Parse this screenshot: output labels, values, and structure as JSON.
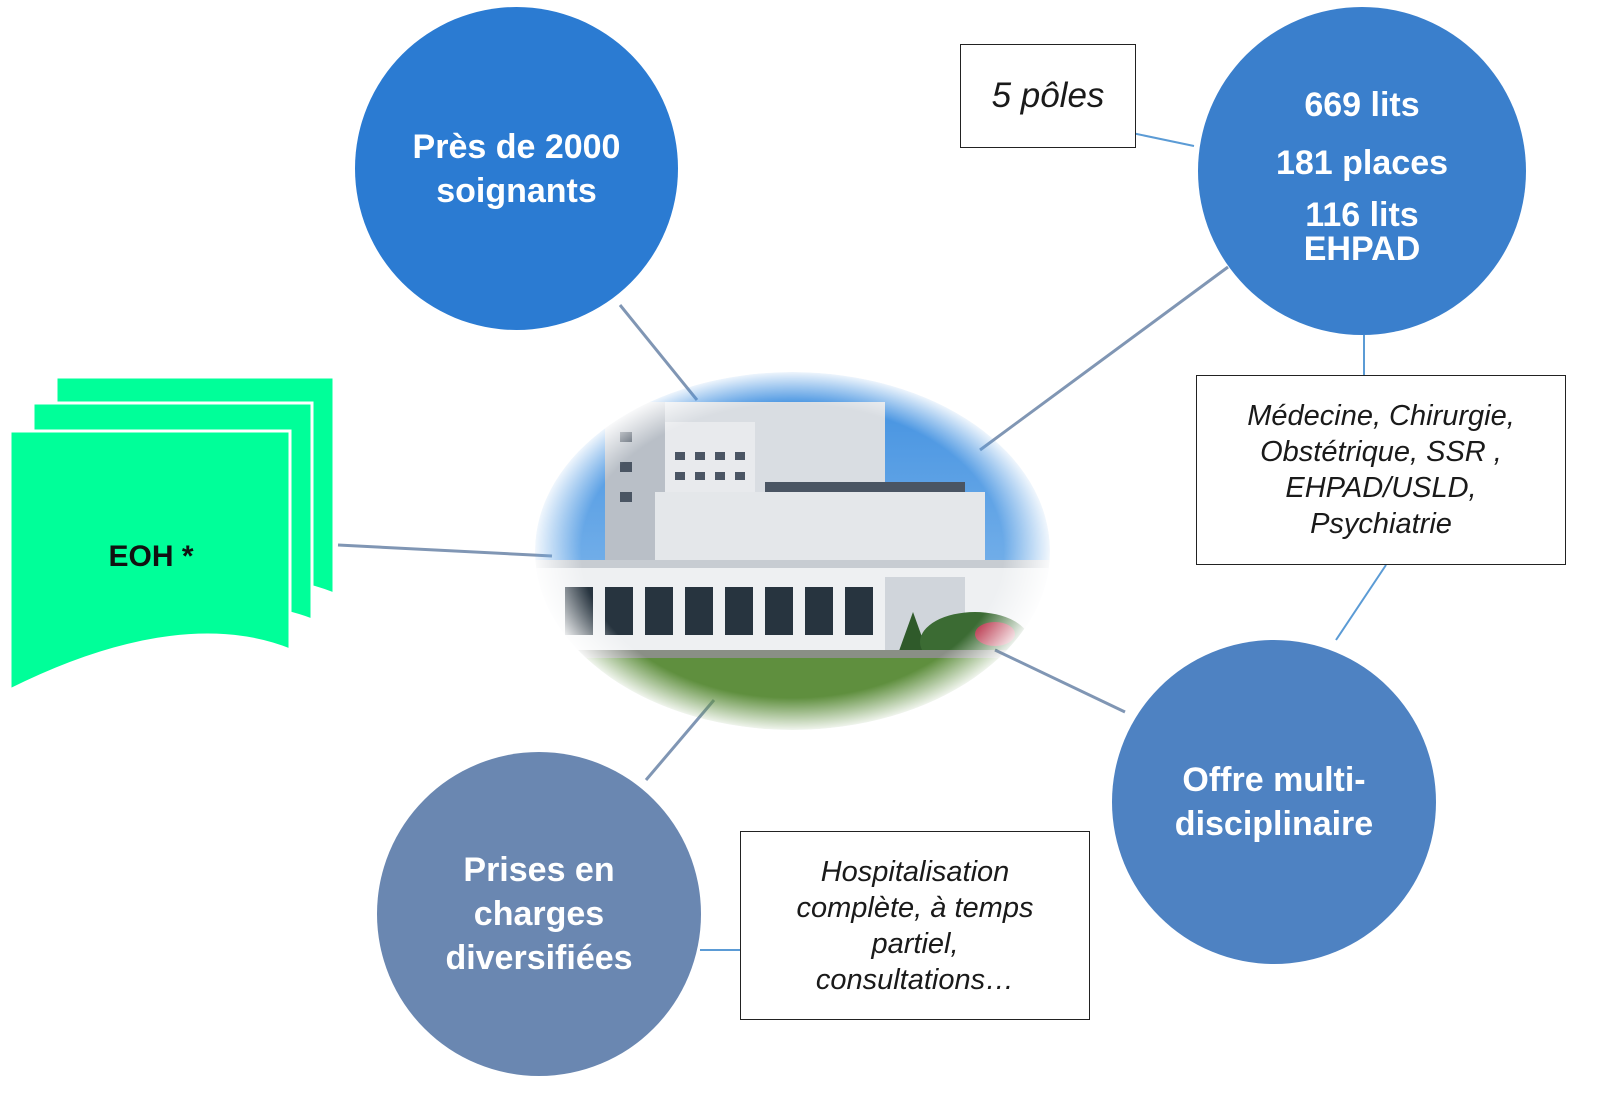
{
  "circles": {
    "soignants": {
      "line1": "Près de 2000",
      "line2": "soignants"
    },
    "capacite": {
      "lits": "669 lits",
      "places": "181 places",
      "ehpad_line1": "116 lits",
      "ehpad_line2": "EHPAD"
    },
    "offre": {
      "line1": "Offre multi-",
      "line2": "disciplinaire"
    },
    "prises": {
      "line1": "Prises en",
      "line2": "charges",
      "line3": "diversifiées"
    }
  },
  "boxes": {
    "poles": "5 pôles",
    "specialites": {
      "line1": "Médecine, Chirurgie,",
      "line2": "Obstétrique, SSR ,",
      "line3": "EHPAD/USLD,",
      "line4": "Psychiatrie"
    },
    "hospitalisation": {
      "line1": "Hospitalisation",
      "line2": "complète, à temps",
      "line3": "partiel,",
      "line4": "consultations…"
    }
  },
  "documents": {
    "label": "EOH *"
  },
  "colors": {
    "document_fill": "#00ff99",
    "circle_soignants": "#2b7bd2",
    "circle_capacite": "#3a7fcc",
    "circle_offre": "#4e82c2",
    "circle_prises": "#6a87b1",
    "connector_gray": "#8096b4",
    "connector_blue": "#5b9bd5"
  },
  "photo": {
    "subject": "hospital building"
  }
}
